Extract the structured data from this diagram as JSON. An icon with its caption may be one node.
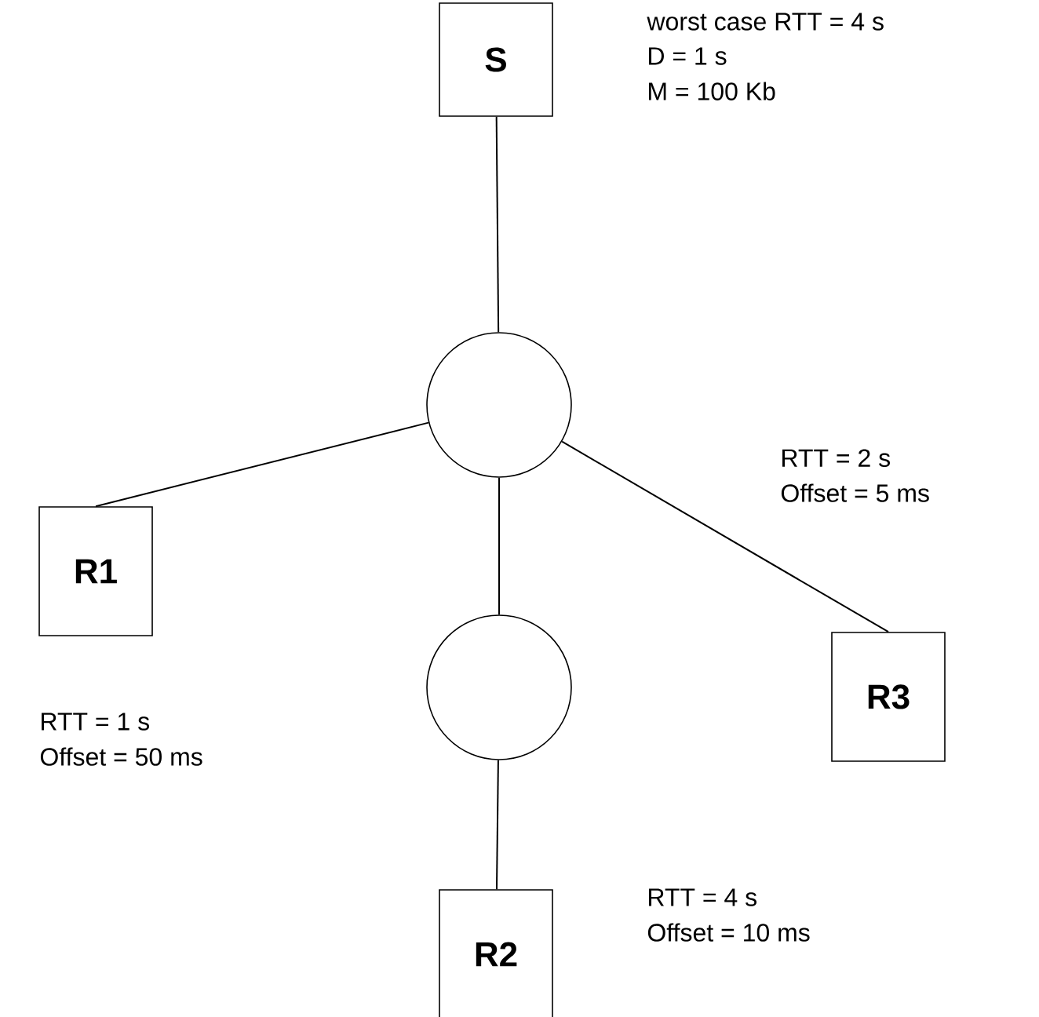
{
  "diagram": {
    "nodes": [
      {
        "text": [
          "S"
        ],
        "beside": [
          "worst case RTT = 4 s",
          "D = 1 s",
          "M = 100 Kb"
        ]
      },
      {
        "text": [],
        "shape": "circle"
      },
      {
        "text": [
          "R1"
        ],
        "beside": [
          "RTT = 1 s",
          "Offset = 50 ms"
        ]
      },
      {
        "text": [],
        "shape": "circle"
      },
      {
        "text": [
          "R3"
        ],
        "beside": [
          "RTT = 2 s",
          "Offset = 5 ms"
        ]
      },
      {
        "text": [
          "R2"
        ],
        "beside": [
          "RTT = 4 s",
          "Offset = 10 ms"
        ]
      }
    ],
    "edges": [
      {
        "from": 0,
        "to": 1,
        "arrow": "none"
      },
      {
        "from": 1,
        "to": 2,
        "arrow": "none"
      },
      {
        "from": 1,
        "to": 4,
        "arrow": "none"
      },
      {
        "from": 1,
        "to": 3,
        "arrow": "none"
      },
      {
        "from": 3,
        "to": 5,
        "arrow": "none"
      }
    ]
  }
}
